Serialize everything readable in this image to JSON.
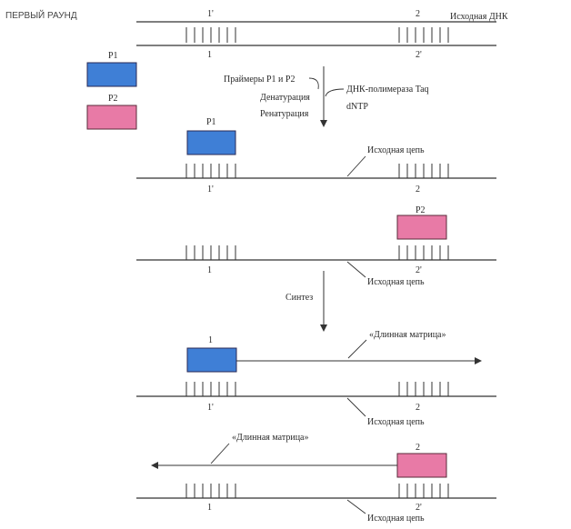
{
  "title": "ПЕРВЫЙ РАУНД",
  "labels": {
    "source_dna": "Исходная ДНК",
    "primer_p1": "P1",
    "primer_p2": "P2",
    "site_1": "1",
    "site_1prime": "1'",
    "site_2": "2",
    "site_2prime": "2'",
    "primers": "Праймеры Р1 и Р2",
    "denaturation": "Денатурация",
    "renaturation": "Ренатурация",
    "polymerase": "ДНК-полимераза Taq",
    "dntp": "dNTP",
    "source_strand": "Исходная цепь",
    "synthesis": "Синтез",
    "long_template": "«Длинная матрица»"
  },
  "colors": {
    "primer_p1": "#3f7fd6",
    "primer_p2": "#e87aa6",
    "strand": "#333333"
  }
}
